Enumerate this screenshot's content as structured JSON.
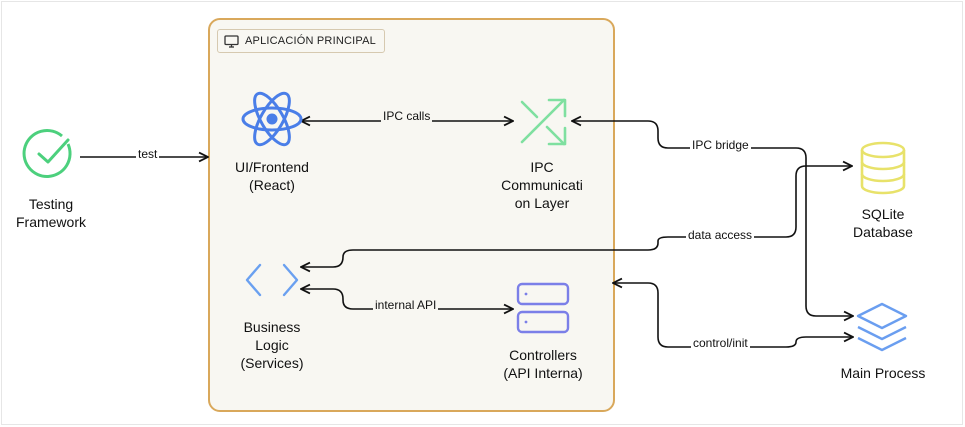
{
  "group": {
    "title": "APLICACIÓN PRINCIPAL"
  },
  "nodes": {
    "testing": {
      "label_line1": "Testing",
      "label_line2": "Framework"
    },
    "ui": {
      "label_line1": "UI/Frontend",
      "label_line2": "(React)"
    },
    "ipc": {
      "label_line1": "IPC",
      "label_line2": "Communicati",
      "label_line3": "on Layer"
    },
    "sqlite": {
      "label_line1": "SQLite",
      "label_line2": "Database"
    },
    "business": {
      "label_line1": "Business",
      "label_line2": "Logic",
      "label_line3": "(Services)"
    },
    "controllers": {
      "label_line1": "Controllers",
      "label_line2": "(API Interna)"
    },
    "main": {
      "label_line1": "Main Process"
    }
  },
  "edges": {
    "test": "test",
    "ipc_calls": "IPC calls",
    "ipc_bridge": "IPC bridge",
    "data_access": "data access",
    "internal_api": "internal API",
    "control_init": "control/init"
  },
  "icons": {
    "testing": "check-circle-icon",
    "ui": "react-icon",
    "ipc": "shuffle-icon",
    "sqlite": "database-icon",
    "business": "code-brackets-icon",
    "controllers": "server-icon",
    "main": "layers-icon",
    "group": "monitor-icon"
  },
  "colors": {
    "group_border": "#d9a85b",
    "group_fill": "#f8f7f2",
    "check": "#4cd07d",
    "react": "#4a7ee8",
    "ipc": "#7fe0a0",
    "database": "#e8e26a",
    "code": "#6aa0f0",
    "server": "#7b7fe8",
    "layers": "#6a9ef0"
  }
}
